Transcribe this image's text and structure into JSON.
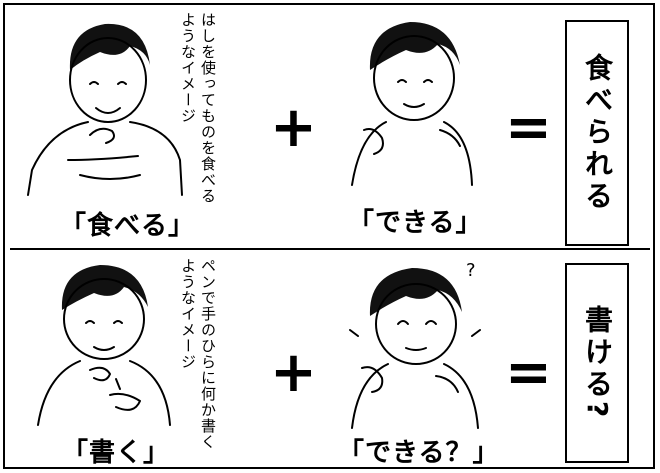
{
  "row1": {
    "sign1_caption": "「食べる」",
    "sign1_note": [
      "はしを使ってものを食",
      "べるようなイメージ"
    ],
    "plus": "+",
    "sign2_caption": "「できる」",
    "equals": "=",
    "result": "食べられる"
  },
  "row2": {
    "sign1_caption": "「書く」",
    "sign1_note": [
      "ペンで手のひらに何か",
      "書くようなイメージ"
    ],
    "plus": "+",
    "question_mark": "?",
    "sign2_caption": "「できる？」",
    "equals": "=",
    "result": "書ける?"
  }
}
